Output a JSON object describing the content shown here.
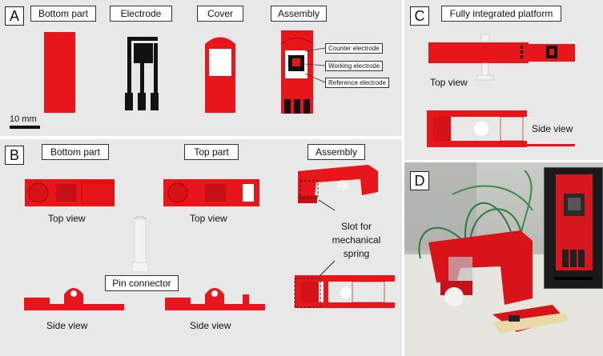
{
  "panel_a": {
    "letter": "A",
    "titles": [
      "Bottom part",
      "Electrode",
      "Cover",
      "Assembly"
    ],
    "callouts": [
      "Counter electrode",
      "Working electrode",
      "Reference electrode"
    ],
    "scale_bar": "10 mm"
  },
  "panel_b": {
    "letter": "B",
    "titles": [
      "Bottom part",
      "Top part",
      "Assembly"
    ],
    "view_labels": [
      "Top view",
      "Top view",
      "Side view",
      "Side view"
    ],
    "pin_label": "Pin connector",
    "slot_label": "Slot for\nmechanical spring"
  },
  "panel_c": {
    "letter": "C",
    "title": "Fully integrated platform",
    "view_labels": [
      "Top view",
      "Side view"
    ]
  },
  "panel_d": {
    "letter": "D"
  },
  "colors": {
    "part_red": "#e8161b",
    "panel_bg": "#e8e8e8"
  }
}
